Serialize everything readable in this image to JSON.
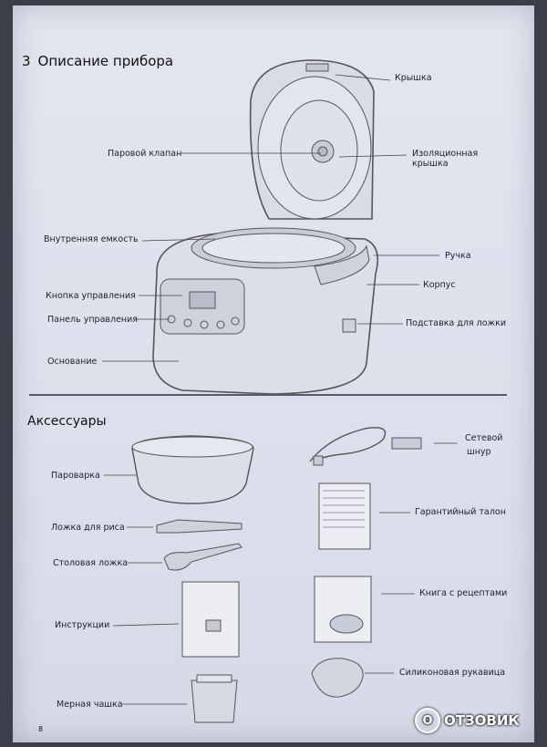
{
  "section": {
    "number": "3",
    "title": "Описание прибора"
  },
  "parts": {
    "lid": "Крышка",
    "steam_valve": "Паровой клапан",
    "insulation_lid_1": "Изоляционная",
    "insulation_lid_2": "крышка",
    "inner_pot": "Внутренняя емкость",
    "handle": "Ручка",
    "body": "Корпус",
    "control_button": "Кнопка управления",
    "control_panel": "Панель управления",
    "spoon_holder": "Подставка для ложки",
    "base": "Основание"
  },
  "accessories": {
    "title": "Аксессуары",
    "steamer": "Пароварка",
    "power_cord_1": "Сетевой",
    "power_cord_2": "шнур",
    "warranty": "Гарантийный талон",
    "rice_spoon": "Ложка для риса",
    "soup_spoon": "Столовая ложка",
    "recipe_book": "Книга с рецептами",
    "instructions": "Инструкции",
    "silicone_mitt": "Силиконовая рукавица",
    "measuring_cup": "Мерная чашка"
  },
  "page_number": "8",
  "watermark": "ОТЗОВИК",
  "watermark_letter": "О"
}
